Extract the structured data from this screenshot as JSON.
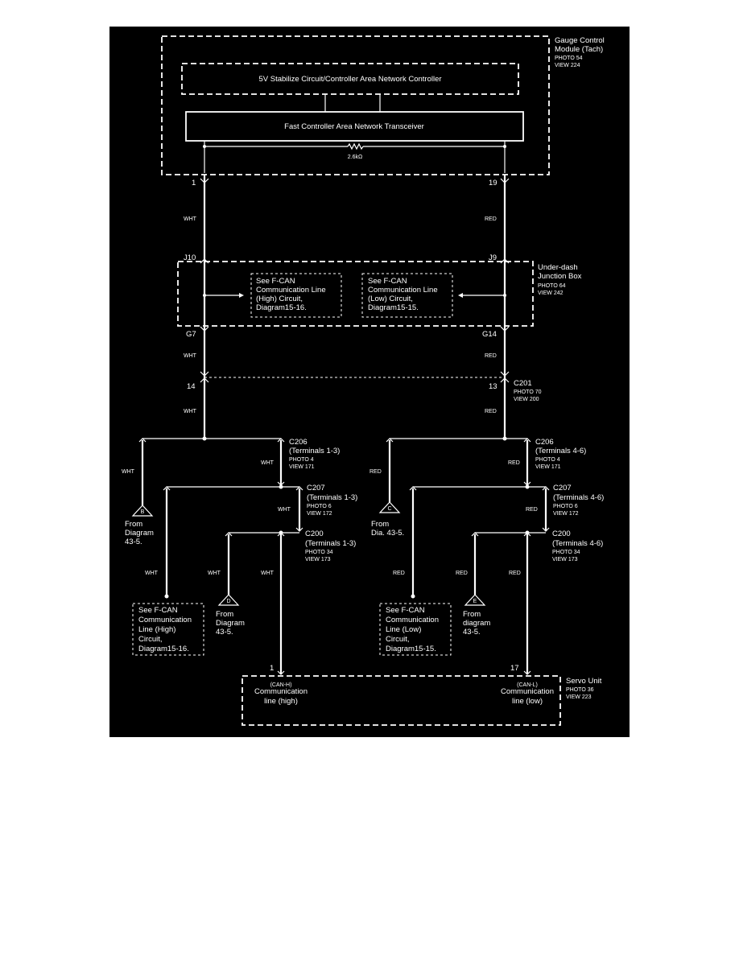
{
  "gauge_module": {
    "label_1": "Gauge Control",
    "label_2": "Module (Tach)",
    "photo": "PHOTO 54",
    "view": "VIEW 224",
    "controller_label": "5V Stabilize Circuit/Controller Area Network Controller",
    "transceiver_label": "Fast Controller Area Network Transceiver",
    "resistor_label": "2.6kΩ",
    "pin_left": "1",
    "pin_right": "19"
  },
  "wire_colors": {
    "white": "WHT",
    "red": "RED"
  },
  "junction_box": {
    "label_1": "Under-dash",
    "label_2": "Junction Box",
    "photo": "PHOTO 64",
    "view": "VIEW 242",
    "pin_top_left": "J10",
    "pin_top_right": "J9",
    "pin_bottom_left": "G7",
    "pin_bottom_right": "G14",
    "ref_high": [
      "See F-CAN",
      "Communication Line",
      "(High) Circuit,",
      "Diagram15-16."
    ],
    "ref_low": [
      "See F-CAN",
      "Communication Line",
      "(Low) Circuit,",
      "Diagram15-15."
    ]
  },
  "c201": {
    "label": "C201",
    "photo": "PHOTO 70",
    "view": "VIEW 200",
    "pin_left": "14",
    "pin_right": "13"
  },
  "c206_high": {
    "label": "C206",
    "terminals": "(Terminals 1-3)",
    "photo": "PHOTO 4",
    "view": "VIEW 171"
  },
  "c206_low": {
    "label": "C206",
    "terminals": "(Terminals 4-6)",
    "photo": "PHOTO 4",
    "view": "VIEW 171"
  },
  "c207_high": {
    "label": "C207",
    "terminals": "(Terminals 1-3)",
    "photo": "PHOTO 6",
    "view": "VIEW 172"
  },
  "c207_low": {
    "label": "C207",
    "terminals": "(Terminals 4-6)",
    "photo": "PHOTO 6",
    "view": "VIEW 172"
  },
  "c200_high": {
    "label": "C200",
    "terminals": "(Terminals 1-3)",
    "photo": "PHOTO 34",
    "view": "VIEW 173"
  },
  "c200_low": {
    "label": "C200",
    "terminals": "(Terminals 4-6)",
    "photo": "PHOTO 34",
    "view": "VIEW 173"
  },
  "from_b": {
    "letter": "B",
    "lines": [
      "From",
      "Diagram",
      "43-5."
    ]
  },
  "from_c": {
    "letter": "C",
    "lines": [
      "From",
      "Dia. 43-5."
    ]
  },
  "from_d": {
    "letter": "D",
    "lines": [
      "From",
      "Diagram",
      "43-5."
    ]
  },
  "from_e": {
    "letter": "E",
    "lines": [
      "From",
      "diagram",
      "43-5."
    ]
  },
  "see_high": [
    "See F-CAN",
    "Communication",
    "Line (High)",
    "Circuit,",
    "Diagram15-16."
  ],
  "see_low": [
    "See F-CAN",
    "Communication",
    "Line (Low)",
    "Circuit,",
    "Diagram15-15."
  ],
  "servo": {
    "label": "Servo Unit",
    "photo": "PHOTO 36",
    "view": "VIEW 223",
    "pin_left": "1",
    "pin_right": "17",
    "high_tag": "(CAN-H)",
    "high_1": "Communication",
    "high_2": "line (high)",
    "low_tag": "(CAN-L)",
    "low_1": "Communication",
    "low_2": "line (low)"
  },
  "colors": {
    "background": "#000000",
    "lines": "#ffffff",
    "page": "#ffffff"
  }
}
